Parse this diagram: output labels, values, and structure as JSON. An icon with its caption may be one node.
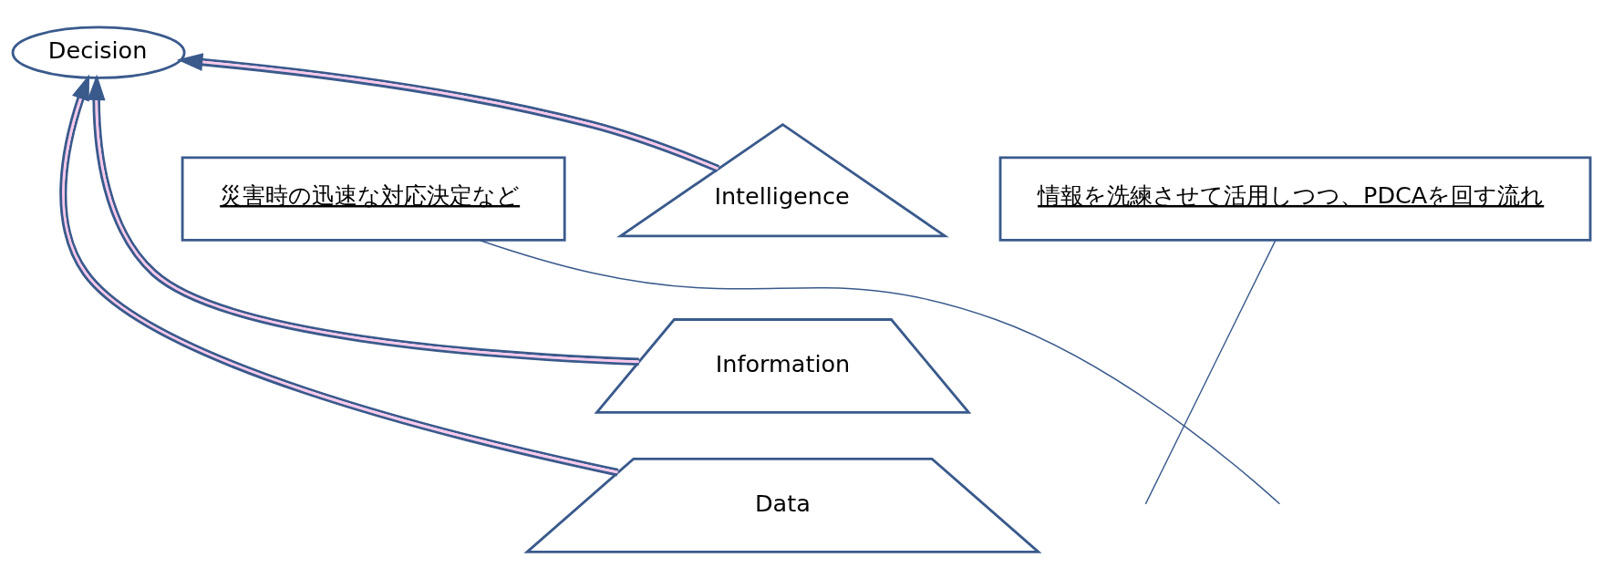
{
  "diagram": {
    "nodes": [
      {
        "text": [
          "Decision"
        ]
      },
      {
        "text": [
          "Intelligence"
        ]
      },
      {
        "text": [
          "Information"
        ]
      },
      {
        "text": [
          "Data"
        ]
      },
      {
        "text": [
          "災害時の迅速な対応決定など"
        ]
      },
      {
        "text": [
          "情報を洗練させて活用しつつ、PDCAを回す流れ"
        ]
      }
    ],
    "edges": [
      {
        "from": 3,
        "to": 0,
        "arrow": "to"
      },
      {
        "from": 2,
        "to": 0,
        "arrow": "to"
      },
      {
        "from": 1,
        "to": 0,
        "arrow": "to"
      },
      {
        "from": 4,
        "to": null,
        "arrow": "none"
      },
      {
        "from": 5,
        "to": null,
        "arrow": "none"
      }
    ]
  }
}
